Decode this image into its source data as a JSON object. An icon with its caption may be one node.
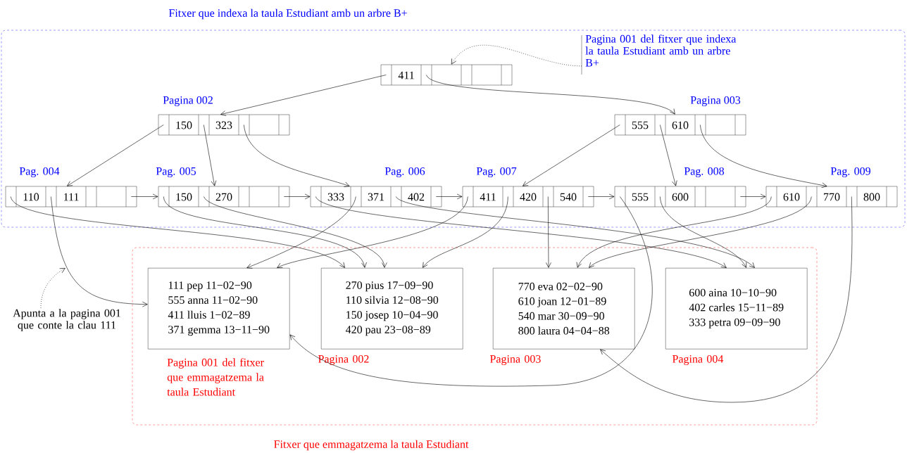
{
  "diagram": {
    "nodes": [
      {
        "text": [
          "Fitxer que indexa la taula Estudiant amb un arbre B+"
        ]
      },
      {
        "text": [
          "Pagina 001 del fitxer que indexa la taula Estudiant amb un arbre B+"
        ],
        "in": 0
      },
      {
        "text": [
          "411"
        ],
        "in": 0
      },
      {
        "text": [
          "150",
          "323"
        ],
        "beside": [
          "Pagina 002"
        ],
        "in": 0
      },
      {
        "text": [
          "555",
          "610"
        ],
        "beside": [
          "Pagina 003"
        ],
        "in": 0
      },
      {
        "text": [
          "110",
          "111"
        ],
        "beside": [
          "Pag. 004"
        ],
        "in": 0
      },
      {
        "text": [
          "150",
          "270"
        ],
        "beside": [
          "Pag. 005"
        ],
        "in": 0
      },
      {
        "text": [
          "333",
          "371",
          "402"
        ],
        "beside": [
          "Pag. 006"
        ],
        "in": 0
      },
      {
        "text": [
          "411",
          "420",
          "540"
        ],
        "beside": [
          "Pag. 007"
        ],
        "in": 0
      },
      {
        "text": [
          "555",
          "600"
        ],
        "beside": [
          "Pag. 008"
        ],
        "in": 0
      },
      {
        "text": [
          "610",
          "770",
          "800"
        ],
        "beside": [
          "Pag. 009"
        ],
        "in": 0
      },
      {
        "text": [
          "Fitxer que emmagatzema la taula Estudiant"
        ]
      },
      {
        "text": [
          "111 pep 11−02−90",
          "555 anna 11−02−90",
          "411 lluis 1−02−89",
          "371 gemma 13−11−90"
        ],
        "beside": [
          "Pagina 001 del fitxer que emmagatzema la taula Estudiant"
        ],
        "in": 11
      },
      {
        "text": [
          "270 pius 17−09−90",
          "110 silvia 12−08−90",
          "150 josep 10−04−90",
          "420 pau 23−08−89"
        ],
        "beside": [
          "Pagina 002"
        ],
        "in": 11
      },
      {
        "text": [
          "770 eva 02−02−90",
          "610 joan 12−01−89",
          "540 mar 30−09−90",
          "800 laura 04−04−88"
        ],
        "beside": [
          "Pagina 003"
        ],
        "in": 11
      },
      {
        "text": [
          "600 aina 10−10−90",
          "402 carles 15−11−89",
          "333 petra 09−09−90"
        ],
        "beside": [
          "Pagina 004"
        ],
        "in": 11
      },
      {
        "text": [
          "Apunta a la pagina 001 que conte la clau 111"
        ]
      }
    ],
    "edges": [
      {
        "from": 2,
        "to": 3,
        "arrow": "to"
      },
      {
        "from": 2,
        "to": 4,
        "arrow": "to"
      },
      {
        "from": 3,
        "to": 5,
        "arrow": "to"
      },
      {
        "from": 3,
        "to": 6,
        "arrow": "to"
      },
      {
        "from": 3,
        "to": 7,
        "arrow": "to"
      },
      {
        "from": 4,
        "to": 8,
        "arrow": "to"
      },
      {
        "from": 4,
        "to": 9,
        "arrow": "to"
      },
      {
        "from": 4,
        "to": 10,
        "arrow": "to"
      },
      {
        "from": 5,
        "to": 6,
        "arrow": "to"
      },
      {
        "from": 6,
        "to": 7,
        "arrow": "to"
      },
      {
        "from": 7,
        "to": 8,
        "arrow": "to"
      },
      {
        "from": 8,
        "to": 9,
        "arrow": "to"
      },
      {
        "from": 9,
        "to": 10,
        "arrow": "to"
      },
      {
        "from": 5,
        "to": 13,
        "arrow": "to"
      },
      {
        "from": 5,
        "to": 12,
        "arrow": "to"
      },
      {
        "from": 6,
        "to": 13,
        "arrow": "to"
      },
      {
        "from": 6,
        "to": 13,
        "arrow": "to"
      },
      {
        "from": 7,
        "to": 15,
        "arrow": "to"
      },
      {
        "from": 7,
        "to": 12,
        "arrow": "to"
      },
      {
        "from": 7,
        "to": 15,
        "arrow": "to"
      },
      {
        "from": 8,
        "to": 12,
        "arrow": "to"
      },
      {
        "from": 8,
        "to": 13,
        "arrow": "to"
      },
      {
        "from": 8,
        "to": 14,
        "arrow": "to"
      },
      {
        "from": 9,
        "to": 12,
        "arrow": "to"
      },
      {
        "from": 9,
        "to": 15,
        "arrow": "to"
      },
      {
        "from": 10,
        "to": 14,
        "arrow": "to"
      },
      {
        "from": 10,
        "to": 14,
        "arrow": "to"
      },
      {
        "from": 10,
        "to": 14,
        "arrow": "to"
      },
      {
        "from": 1,
        "to": 2,
        "arrow": "to",
        "style": "dashed"
      },
      {
        "from": 16,
        "to": null,
        "arrow": "to",
        "style": "dashed"
      }
    ]
  }
}
